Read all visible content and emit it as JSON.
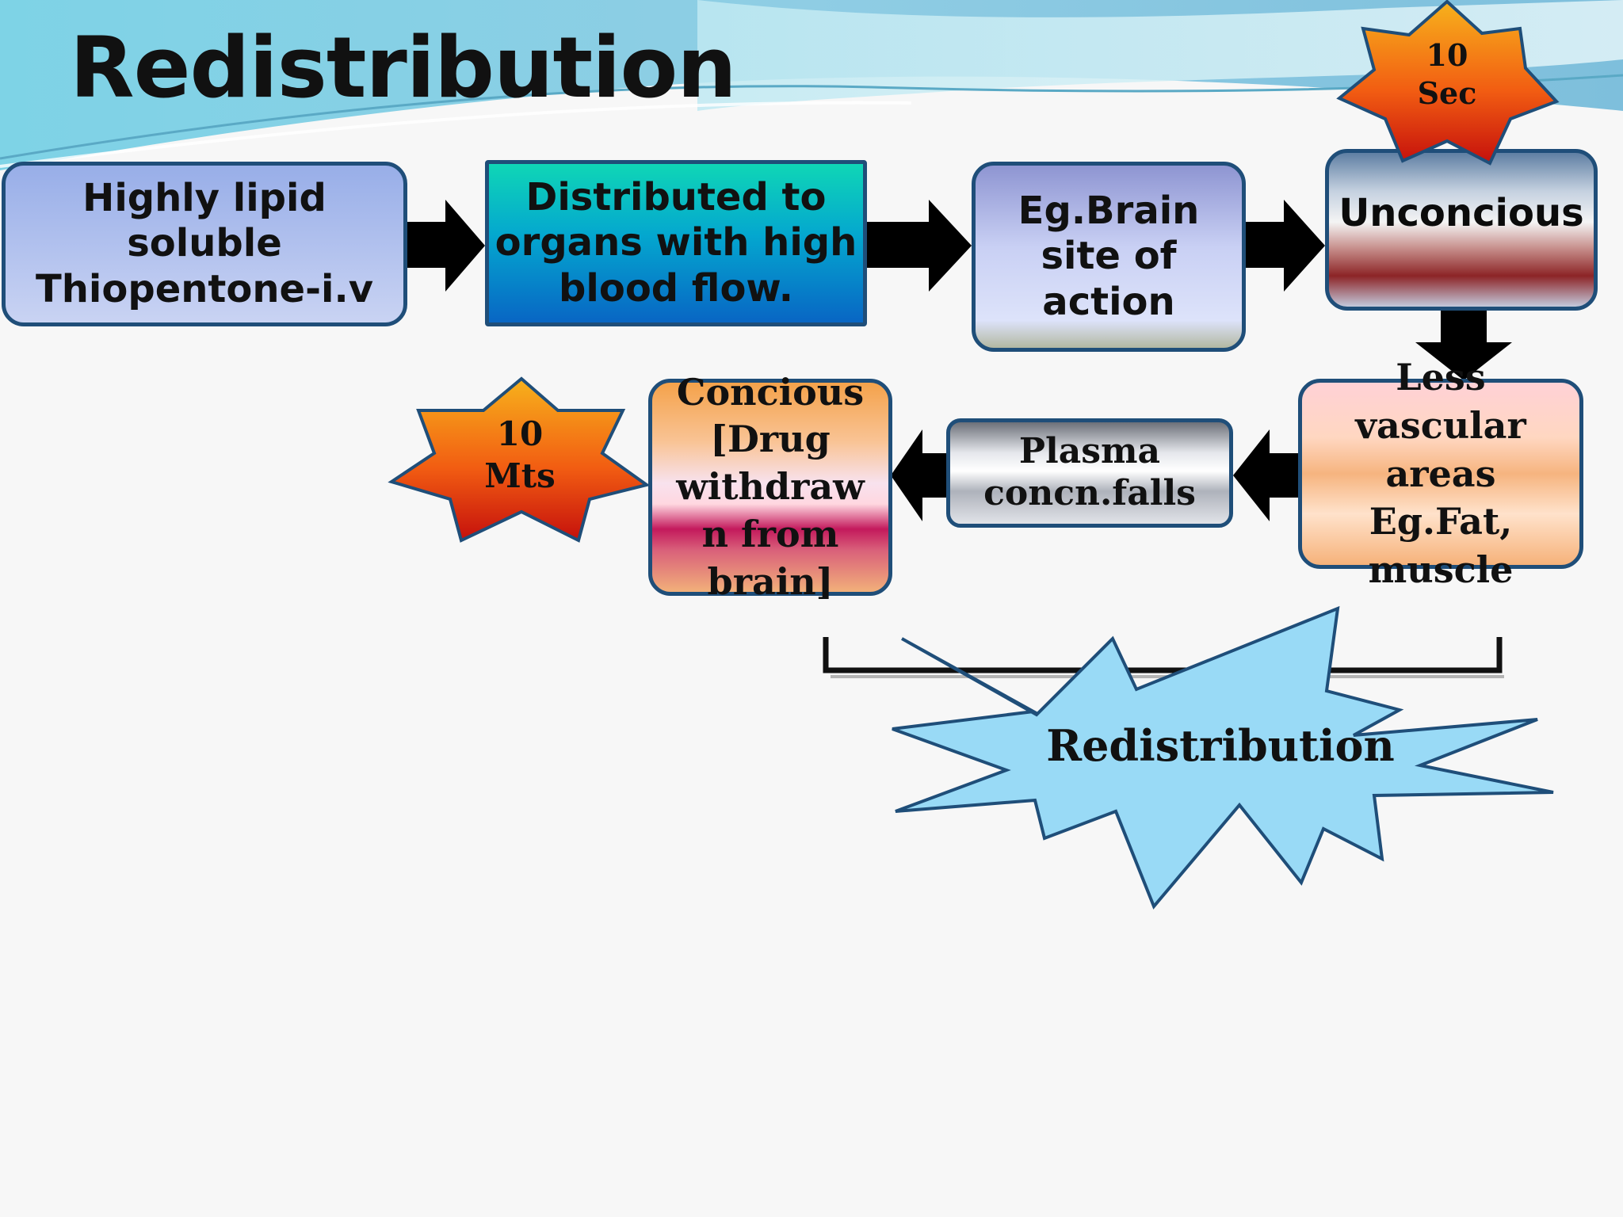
{
  "title": "Redistribution",
  "boxes": {
    "lipid": "Highly lipid\nsoluble\nThiopentone-i.v",
    "distributed": "Distributed to\norgans with high\nblood flow.",
    "brain": "Eg.Brain\nsite of\naction",
    "unconscious": "Unconcious",
    "less_vascular": "Less\nvascular\nareas\nEg.Fat,\nmuscle",
    "plasma": "Plasma\nconcn.falls",
    "conscious": "Concious\n[Drug\nwithdraw\nn from\nbrain]"
  },
  "bursts": {
    "ten_sec": "10\nSec",
    "ten_mts": "10\nMts",
    "redistribution": "Redistribution"
  },
  "colors": {
    "box_border": "#1f4e79",
    "arrow": "#000000",
    "burst_blue": "#99daf6",
    "burst_orange": "#f59a20",
    "burst_red": "#d81a10"
  }
}
